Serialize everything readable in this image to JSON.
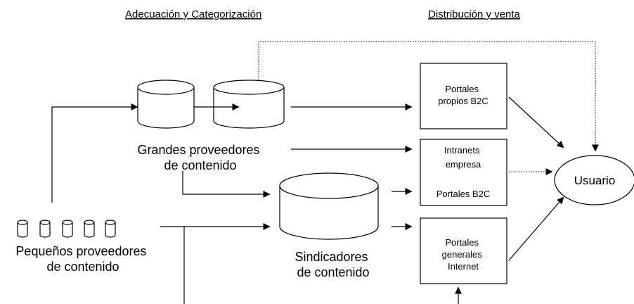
{
  "headers": {
    "left": "Adecuación y Categorización",
    "right": "Distribución y venta"
  },
  "labels": {
    "grandes": [
      "Grandes proveedores",
      "de contenido"
    ],
    "pequenos": [
      "Pequeños proveedores",
      "de contenido"
    ],
    "sindicadores": [
      "Sindicadores",
      "de  contenido"
    ]
  },
  "boxes": {
    "portales_propios": [
      "Portales",
      "propios B2C"
    ],
    "intranets": [
      "Intranets",
      "empresa"
    ],
    "portales_b2c": "Portales B2C",
    "portales_generales": [
      "Portales",
      "generales",
      "Internet"
    ]
  },
  "usuario": "Usuario",
  "colors": {
    "stroke": "#000000",
    "background": "#ffffff"
  }
}
